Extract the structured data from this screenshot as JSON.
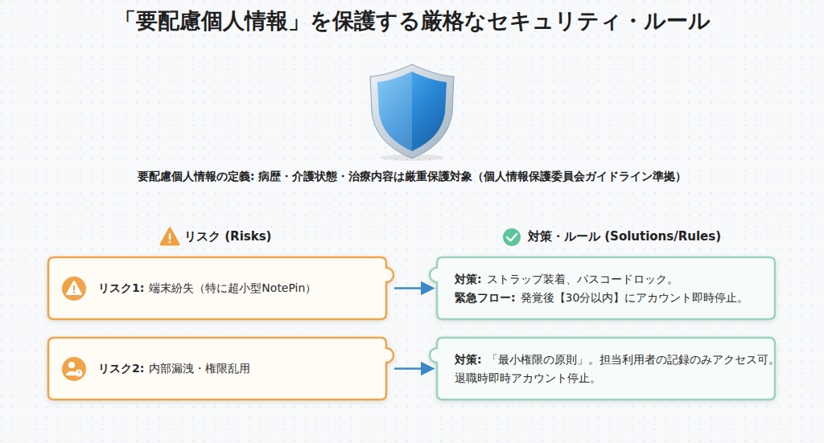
{
  "diagram": {
    "title": "「要配慮個人情報」を保護する厳格なセキュリティ・ルール",
    "nodes": [
      {
        "text": [
          "リスク1:",
          "端末紛失（特に超小型NotePin）"
        ]
      },
      {
        "text": [
          "対策:",
          "ストラップ装着、パスコードロック。",
          "緊急フロー:",
          "発覚後【30分以内】にアカウント即時停止。"
        ]
      },
      {
        "text": [
          "リスク2:",
          "内部漏洩・権限乱用"
        ]
      },
      {
        "text": [
          "対策:",
          "「最小権限の原則」。担当利用者の記録のみアクセス可。",
          "退職時即時アカウント停止。"
        ]
      }
    ],
    "edges": [
      {
        "from": 0,
        "to": 1,
        "arrow": "to"
      },
      {
        "from": 2,
        "to": 3,
        "arrow": "to"
      }
    ],
    "labels": [
      "要配慮個人情報の定義: 病歴・介護状態・治療内容は厳重保護対象（個人情報保護委員会ガイドライン準拠）",
      "リスク (Risks)",
      "対策・ルール (Solutions/Rules)"
    ]
  }
}
